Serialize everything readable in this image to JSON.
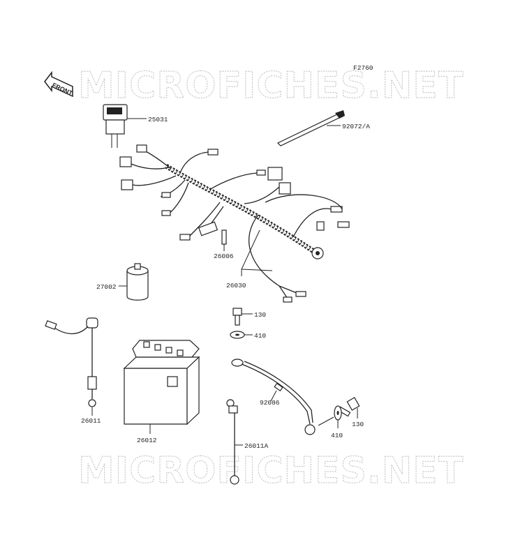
{
  "diagram": {
    "figure_code": "F2760",
    "front_label": "FRONT",
    "watermarks": [
      "MICROFICHES.NET",
      "MICROFICHES.NET"
    ],
    "parts": [
      {
        "id": "25031",
        "label": "25031"
      },
      {
        "id": "92072A",
        "label": "92072/A"
      },
      {
        "id": "26006",
        "label": "26006"
      },
      {
        "id": "26030",
        "label": "26030"
      },
      {
        "id": "27002",
        "label": "27002"
      },
      {
        "id": "130a",
        "label": "130"
      },
      {
        "id": "410a",
        "label": "410"
      },
      {
        "id": "92086",
        "label": "92086"
      },
      {
        "id": "130b",
        "label": "130"
      },
      {
        "id": "410b",
        "label": "410"
      },
      {
        "id": "26011",
        "label": "26011"
      },
      {
        "id": "26012",
        "label": "26012"
      },
      {
        "id": "26011A",
        "label": "26011A"
      }
    ]
  }
}
